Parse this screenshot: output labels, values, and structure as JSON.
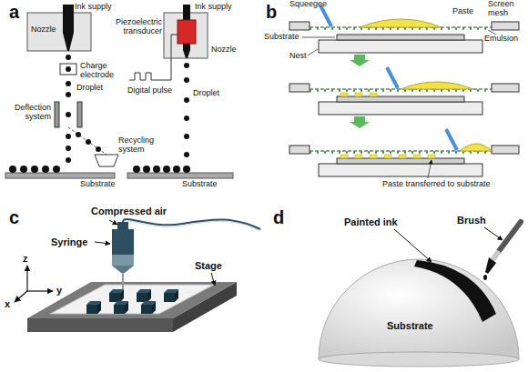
{
  "diagram": {
    "labels": [
      "a",
      "Ink supply",
      "Nozzle",
      "Charge electrode",
      "Droplet",
      "Deflection system",
      "Recycling system",
      "Substrate",
      "Ink supply",
      "Piezoelectric transducer",
      "Nozzle",
      "Digital pulse",
      "Droplet",
      "Substrate",
      "b",
      "Squeegee",
      "Paste",
      "Screen mesh",
      "Substrate",
      "Emulsion",
      "Nest",
      "Paste transferred to substrate",
      "c",
      "Compressed air",
      "Syringe",
      "z",
      "y",
      "x",
      "Stage",
      "d",
      "Painted ink",
      "Brush",
      "Substrate"
    ]
  }
}
